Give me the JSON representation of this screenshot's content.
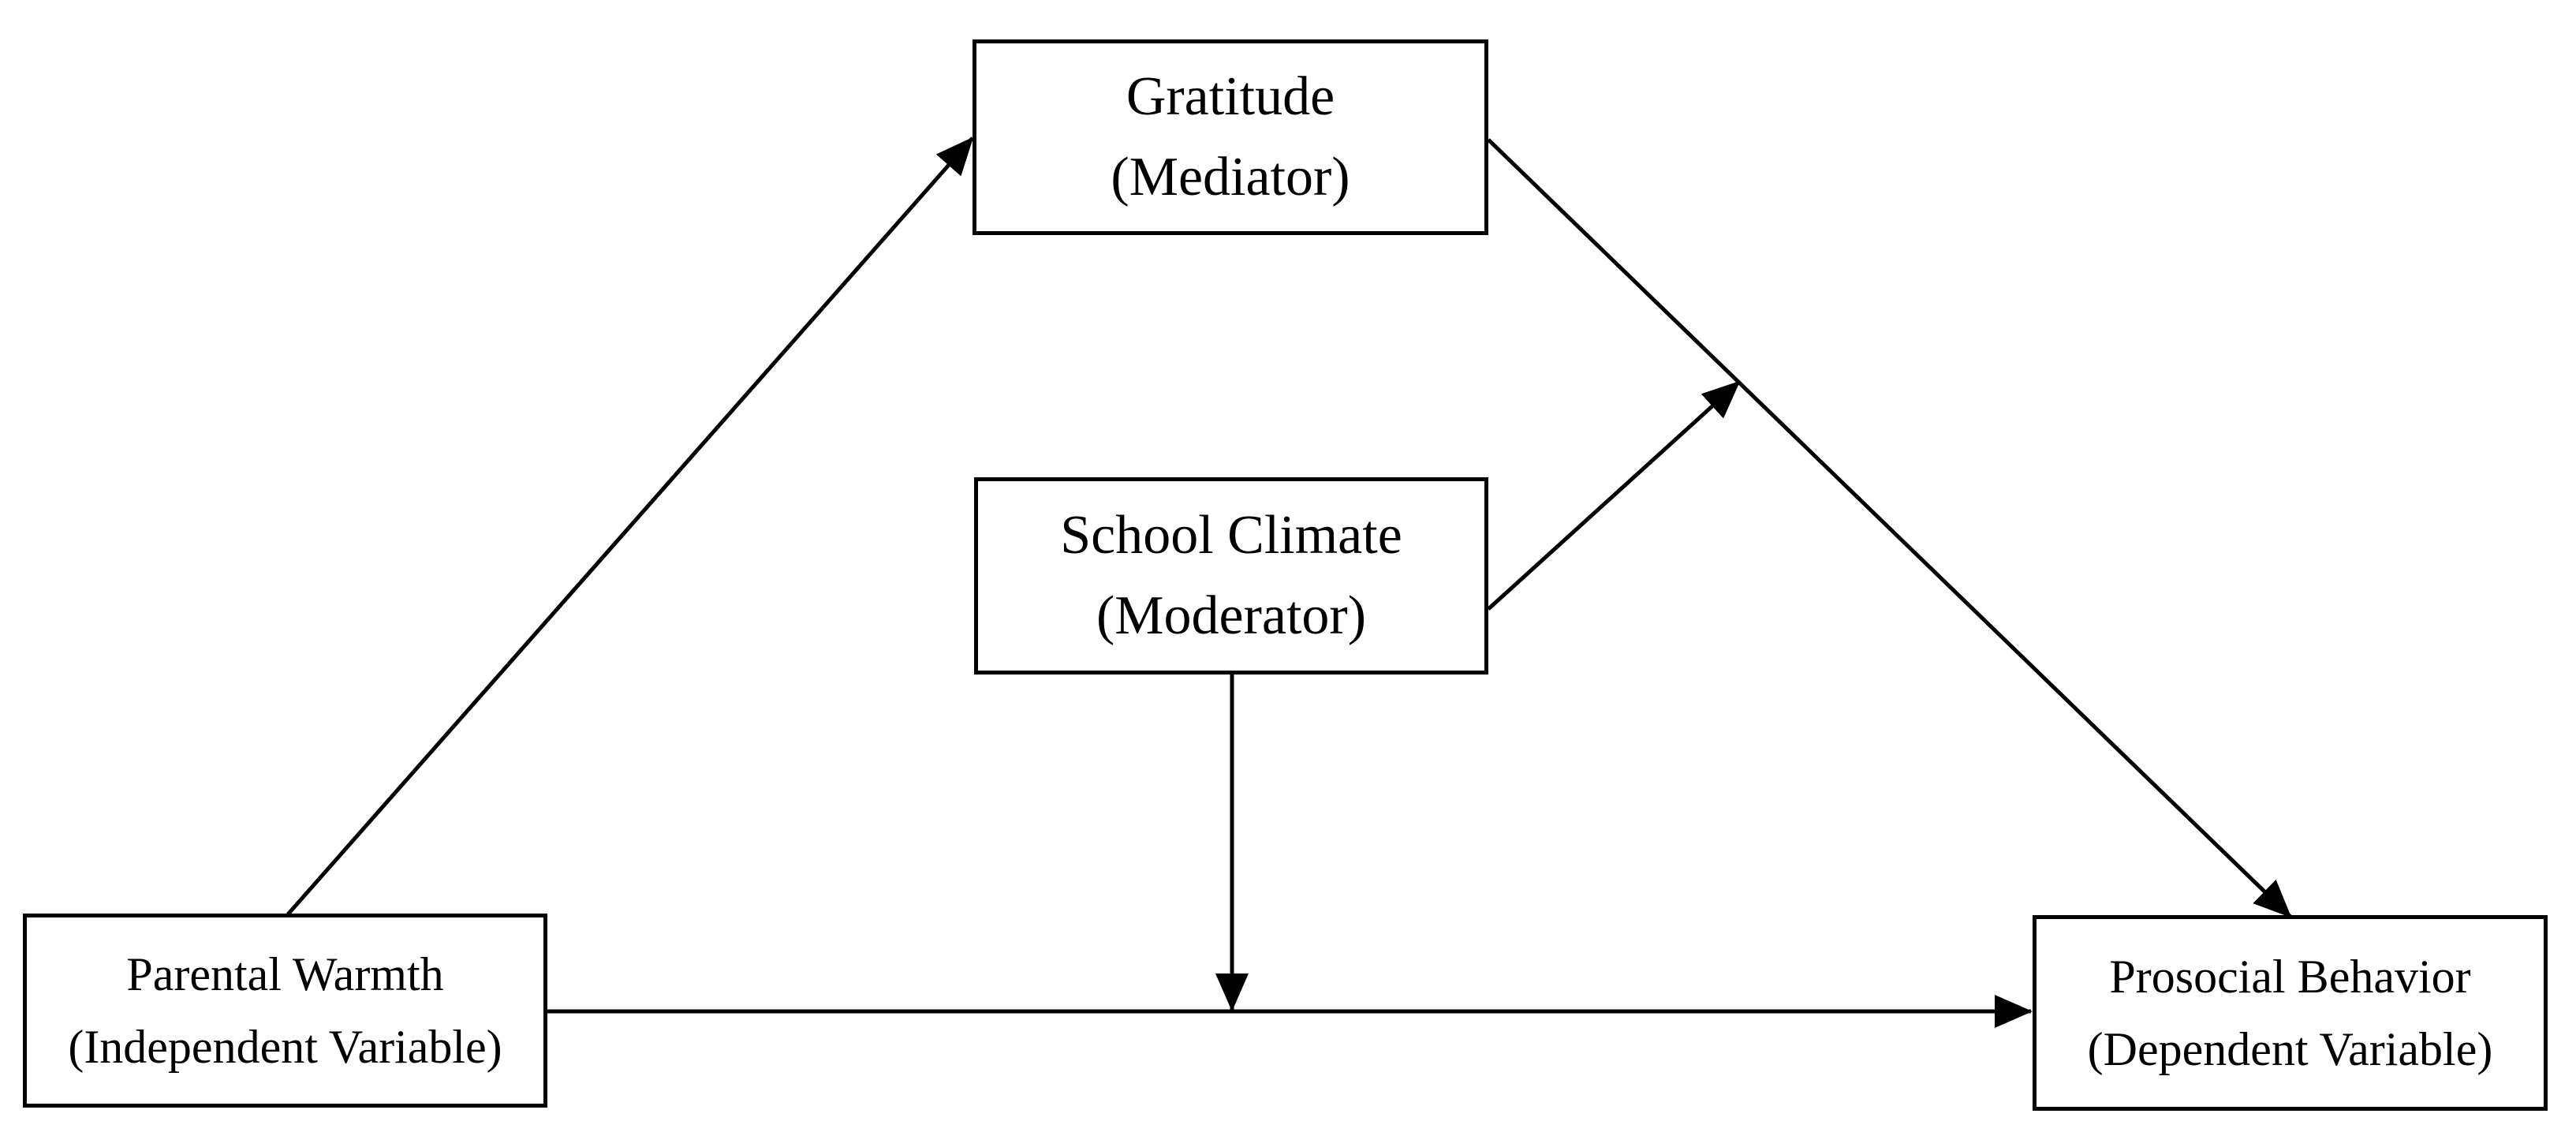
{
  "diagram": {
    "background_color": "#ffffff",
    "line_color": "#000000",
    "nodes": [
      {
        "id": "gratitude",
        "label": "Gratitude",
        "role": "(Mediator)"
      },
      {
        "id": "school-climate",
        "label": "School Climate",
        "role": "(Moderator)"
      },
      {
        "id": "parental-warmth",
        "label": "Parental Warmth",
        "role": "(Independent Variable)"
      },
      {
        "id": "prosocial-behavior",
        "label": "Prosocial Behavior",
        "role": "(Dependent Variable)"
      }
    ],
    "edges": [
      {
        "from": "parental-warmth",
        "to": "gratitude",
        "type": "direct-path"
      },
      {
        "from": "gratitude",
        "to": "prosocial-behavior",
        "type": "direct-path"
      },
      {
        "from": "parental-warmth",
        "to": "prosocial-behavior",
        "type": "direct-path"
      },
      {
        "from": "school-climate",
        "to": "path:gratitude->prosocial-behavior",
        "type": "moderation"
      },
      {
        "from": "school-climate",
        "to": "path:parental-warmth->prosocial-behavior",
        "type": "moderation"
      }
    ]
  }
}
